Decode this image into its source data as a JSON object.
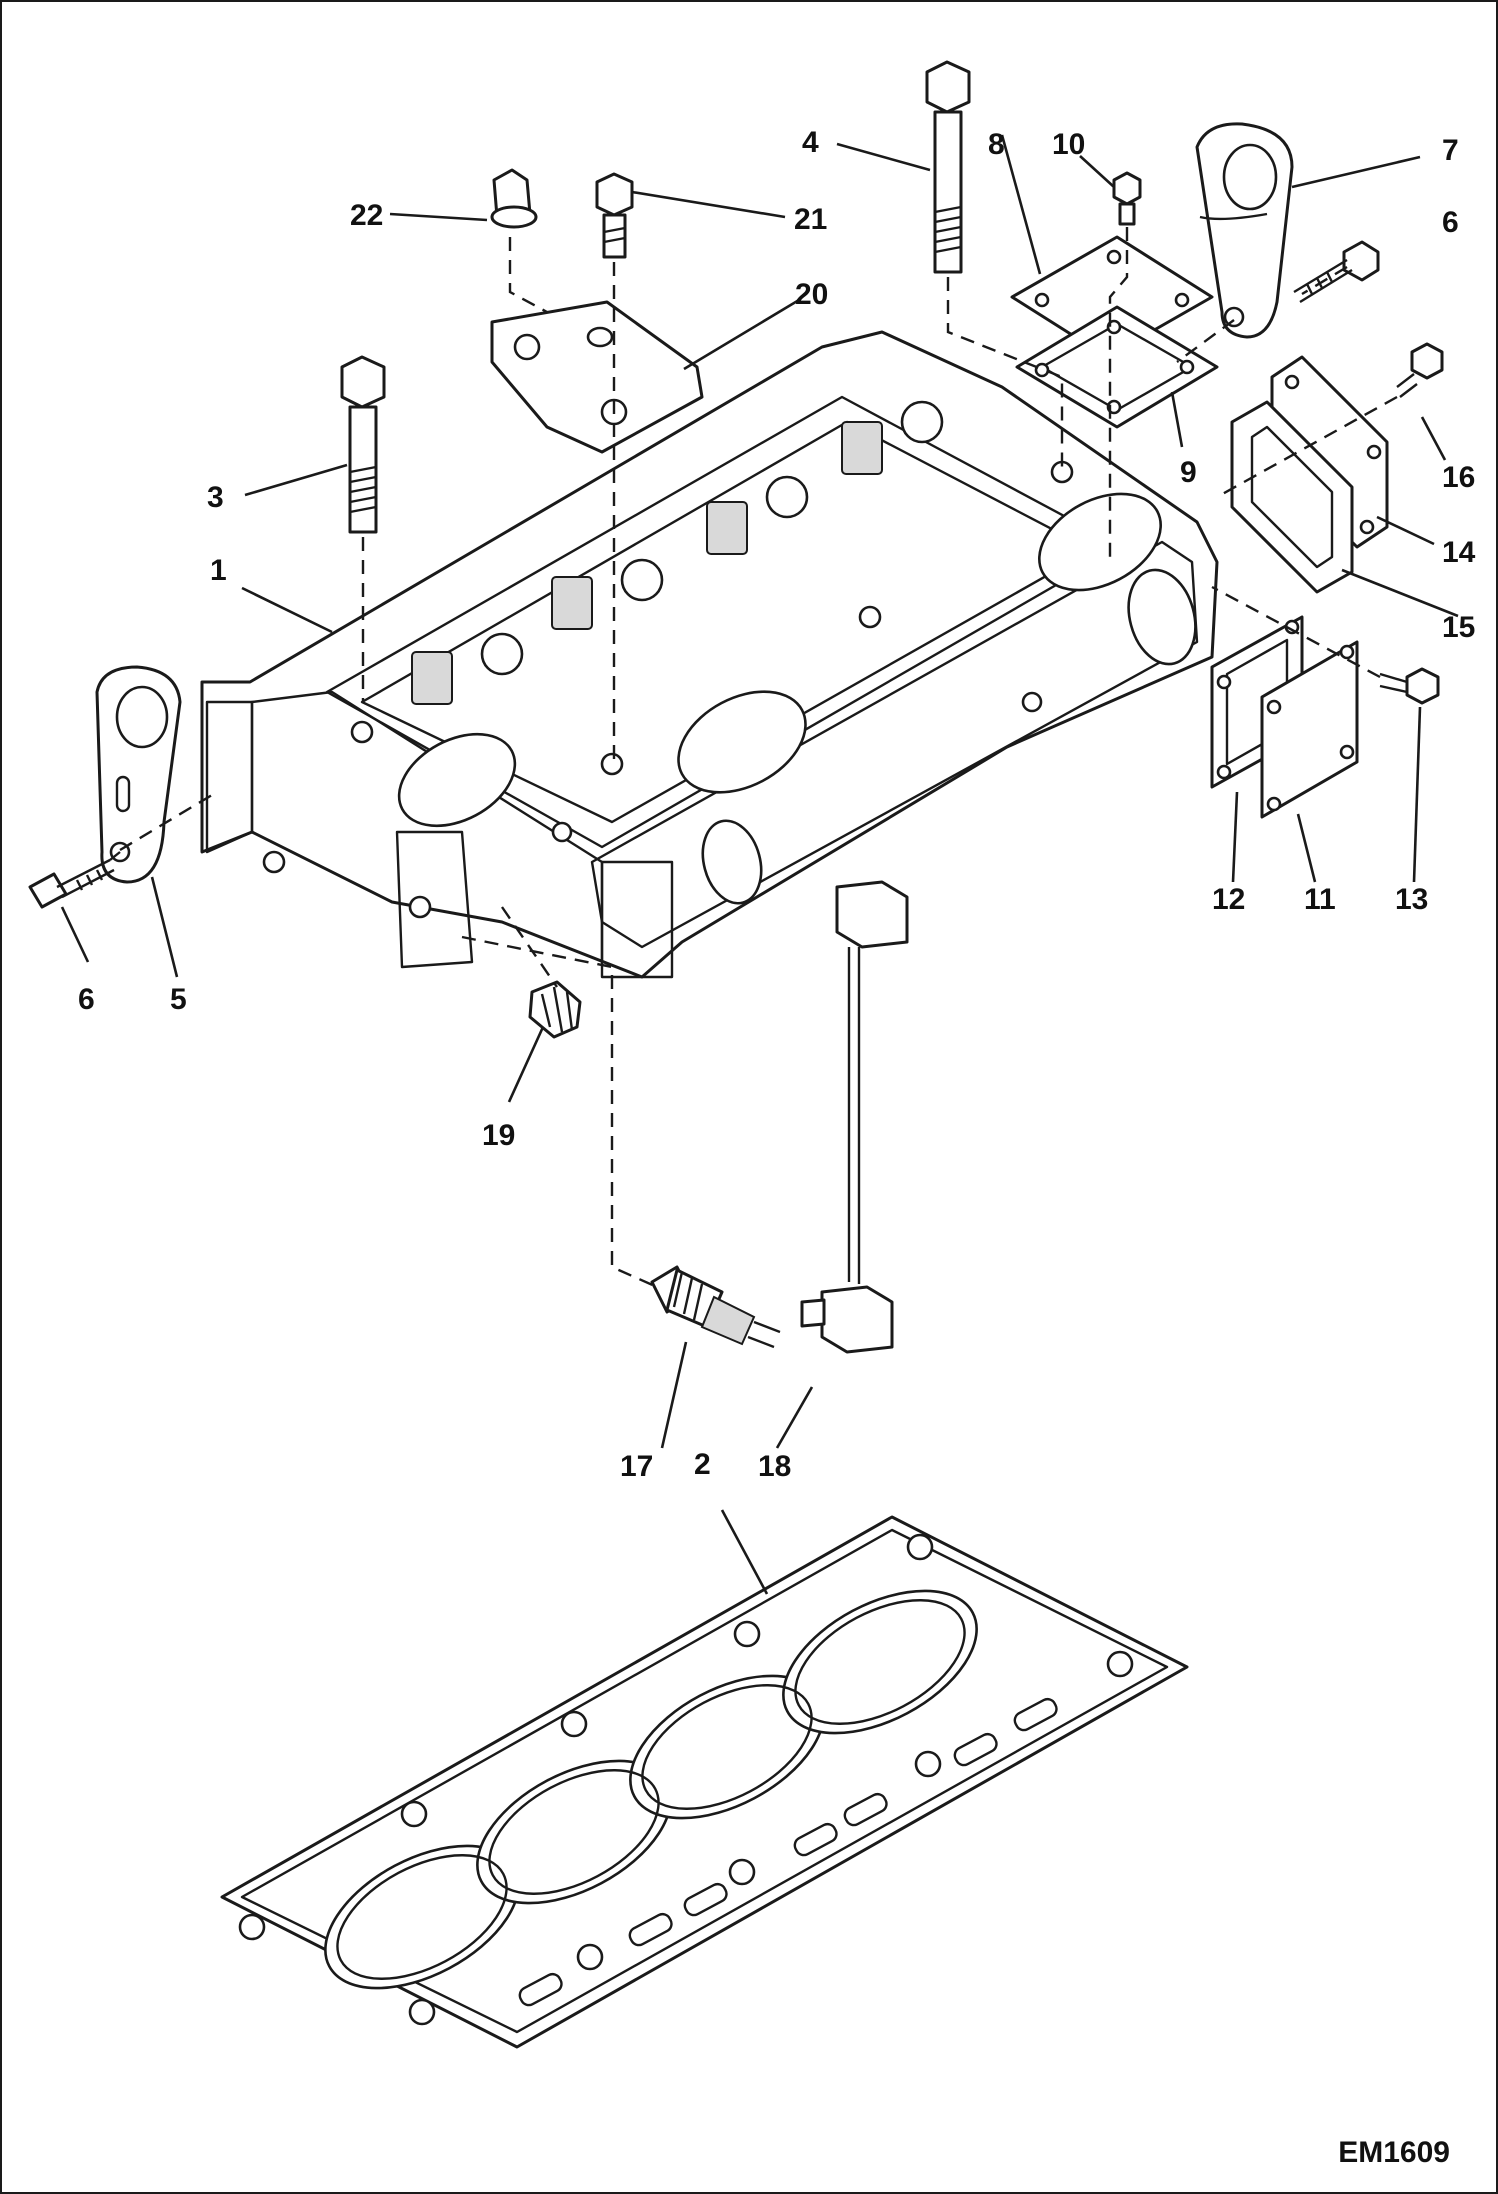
{
  "diagram": {
    "drawing_code": "EM1609",
    "callouts": [
      {
        "id": "1",
        "label": "1"
      },
      {
        "id": "2",
        "label": "2"
      },
      {
        "id": "3",
        "label": "3"
      },
      {
        "id": "4",
        "label": "4"
      },
      {
        "id": "5",
        "label": "5"
      },
      {
        "id": "6a",
        "label": "6"
      },
      {
        "id": "6b",
        "label": "6"
      },
      {
        "id": "7",
        "label": "7"
      },
      {
        "id": "8",
        "label": "8"
      },
      {
        "id": "9",
        "label": "9"
      },
      {
        "id": "10",
        "label": "10"
      },
      {
        "id": "11",
        "label": "11"
      },
      {
        "id": "12",
        "label": "12"
      },
      {
        "id": "13",
        "label": "13"
      },
      {
        "id": "14",
        "label": "14"
      },
      {
        "id": "15",
        "label": "15"
      },
      {
        "id": "16",
        "label": "16"
      },
      {
        "id": "17",
        "label": "17"
      },
      {
        "id": "18",
        "label": "18"
      },
      {
        "id": "19",
        "label": "19"
      },
      {
        "id": "20",
        "label": "20"
      },
      {
        "id": "21",
        "label": "21"
      },
      {
        "id": "22",
        "label": "22"
      }
    ],
    "colors": {
      "line": "#1a1a1a",
      "background": "#ffffff",
      "shade": "#d9d9d9"
    }
  }
}
